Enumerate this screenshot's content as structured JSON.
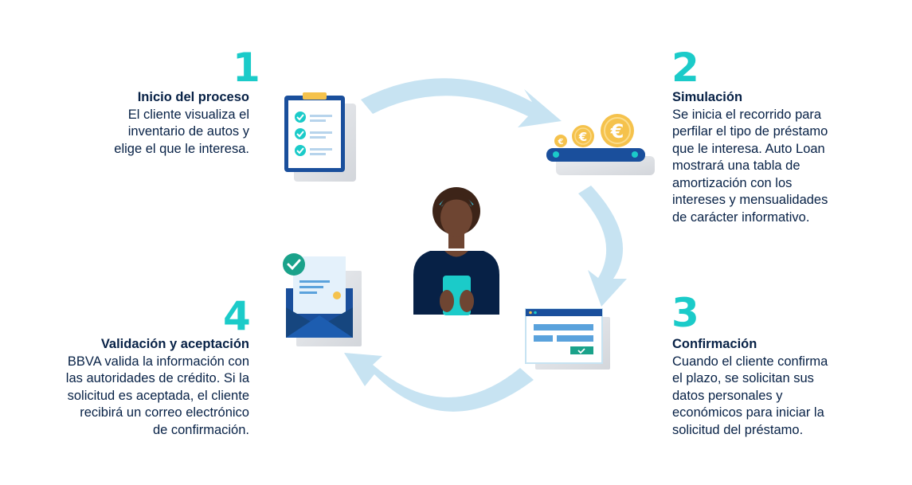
{
  "colors": {
    "accent": "#1bcbc9",
    "text": "#072146",
    "navy": "#1a4f9c",
    "arrow": "#c7e3f2",
    "gold": "#f5c24c"
  },
  "steps": [
    {
      "number": "1",
      "title": "Inicio del proceso",
      "text": "El cliente visualiza el\ninventario de autos y\nelige el que le interesa.",
      "icon": "clipboard-checklist-icon"
    },
    {
      "number": "2",
      "title": "Simulación",
      "text": "Se inicia el recorrido para\nperfilar el tipo de préstamo\nque le interesa. Auto Loan\nmostrará una tabla de\namortización con los\nintereses y mensualidades\nde carácter informativo.",
      "icon": "euro-coins-conveyor-icon"
    },
    {
      "number": "3",
      "title": "Confirmación",
      "text": "Cuando el cliente confirma\nel plazo, se solicitan sus\ndatos personales y\neconómicos para iniciar la\nsolicitud del préstamo.",
      "icon": "browser-form-icon"
    },
    {
      "number": "4",
      "title": "Validación y aceptación",
      "text": "BBVA valida la información con\nlas autoridades de crédito. Si la\nsolicitud es aceptada, el cliente\nrecibirá un correo electrónico\nde confirmación.",
      "icon": "envelope-approved-icon"
    }
  ],
  "center_icon": "person-with-tablet-icon"
}
